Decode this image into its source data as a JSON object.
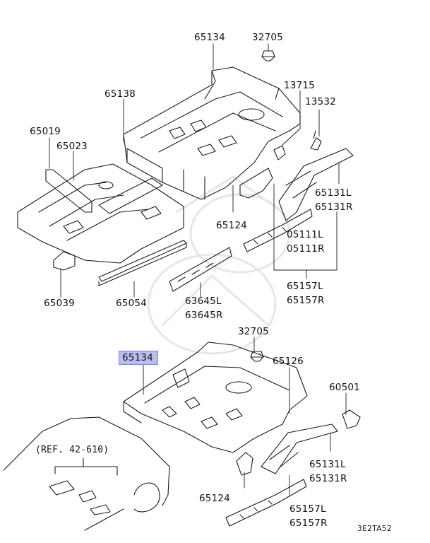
{
  "labels": {
    "p65134_top": "65134",
    "p32705_top": "32705",
    "p65138": "65138",
    "p13715": "13715",
    "p13532": "13532",
    "p65019": "65019",
    "p65023": "65023",
    "p65131L_top": "65131L",
    "p65131R_top": "65131R",
    "p65124_top": "65124",
    "p05111L": "05111L",
    "p05111R": "05111R",
    "p65039": "65039",
    "p65054": "65054",
    "p63645L": "63645L",
    "p63645R": "63645R",
    "p65157L_top": "65157L",
    "p65157R_top": "65157R",
    "p32705_bottom": "32705",
    "p65134_bottom": "65134",
    "p65126": "65126",
    "p60501": "60501",
    "ref": "(REF. 42-610)",
    "p65131L_bottom": "65131L",
    "p65131R_bottom": "65131R",
    "p65124_bottom": "65124",
    "p65157L_bottom": "65157L",
    "p65157R_bottom": "65157R",
    "code": "3E2TA52"
  },
  "colors": {
    "line": "#1a1a1a",
    "highlight": "#b9bdf0",
    "watermark": "#e6e6e6"
  }
}
